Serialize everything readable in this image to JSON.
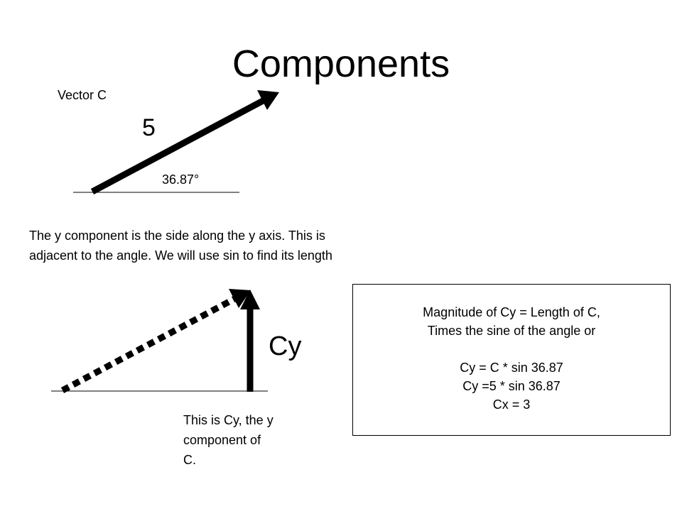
{
  "title": "Components",
  "vector": {
    "label": "Vector C",
    "magnitude": "5",
    "angle_label": "36.87°"
  },
  "description": {
    "line1": "The y component is the side along the y axis.  This is",
    "line2": "adjacent to the angle.  We will use sin to find its length"
  },
  "component": {
    "label": "Cy",
    "note_line1": "This is Cy, the y",
    "note_line2": "component of",
    "note_line3": "C."
  },
  "formula": {
    "line1": "Magnitude of Cy = Length of C,",
    "line2": "Times the sine of the angle or",
    "line3": "Cy = C * sin 36.87",
    "line4": "Cy =5 * sin 36.87",
    "line5": "Cx = 3"
  }
}
